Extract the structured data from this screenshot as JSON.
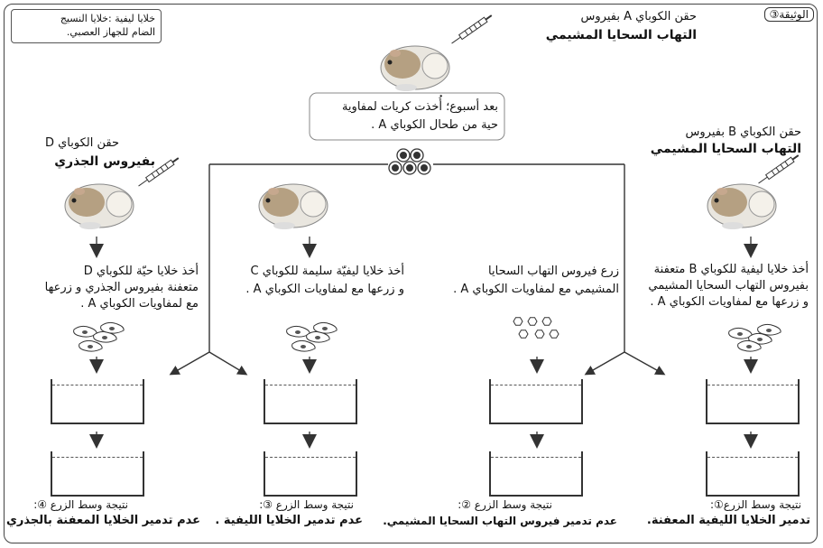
{
  "document_label": "الوثيقة③",
  "legend": {
    "line1": "خلايا ليفية :خلايا النسيج",
    "line2": "الضام للجهاز العصبي."
  },
  "top": {
    "injection_line1": "حقن الكوباي A بفيروس",
    "injection_line2": "التهاب السحايا المشيمي",
    "note_line1": "بعد أسبوع؛ أُخذت كريات لمفاوية",
    "note_line2": "حية من طحال الكوباي A ."
  },
  "guinea_b": {
    "line1": "حقن الكوباي B بفيروس",
    "line2": "التهاب السحايا المشيمي"
  },
  "guinea_d": {
    "line1": "حقن الكوباي D",
    "line2": "بفيروس الجذري"
  },
  "columns": {
    "c1": {
      "desc_line1": "أخذ خلايا ليفية للكوباي B متعفنة",
      "desc_line2": "بفيروس التهاب السحايا المشيمي",
      "desc_line3": "و زرعها مع لمفاويات الكوباي A .",
      "result_title": "نتيجة وسط الزرع①:",
      "result_text": "تدمير الخلايا الليفية المعفنة."
    },
    "c2": {
      "desc_line1": "زرع فيروس التهاب السحايا",
      "desc_line2": "المشيمي مع لمفاويات الكوباي A .",
      "result_title": "نتيجة وسط الزرع ②:",
      "result_text": "عدم تدمير فيروس التهاب السحايا المشيمي."
    },
    "c3": {
      "desc_line1": "أخذ خلايا ليفيّة سليمة للكوباي C",
      "desc_line2": "و زرعها مع لمفاويات الكوباي A .",
      "result_title": "نتيجة وسط الزرع ③:",
      "result_text": "عدم تدمير الخلايا الليفية ."
    },
    "c4": {
      "desc_line1": "أخذ خلايا حيّة للكوباي D",
      "desc_line2": "متعفنة بفيروس الجذري و زرعها",
      "desc_line3": "مع لمفاويات الكوباي A .",
      "result_title": "نتيجة وسط الزرع ④:",
      "result_text": "عدم تدمير الخلايا المعفنة بالجذري"
    }
  }
}
